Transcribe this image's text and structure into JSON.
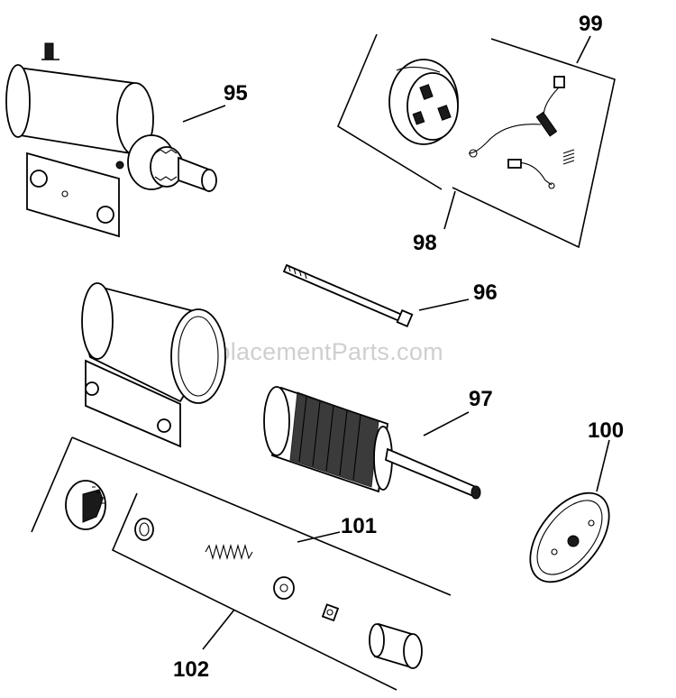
{
  "watermark": "eReplacementParts.com",
  "callouts": {
    "p95": "95",
    "p96": "96",
    "p97": "97",
    "p98": "98",
    "p99": "99",
    "p100": "100",
    "p101": "101",
    "p102": "102"
  }
}
